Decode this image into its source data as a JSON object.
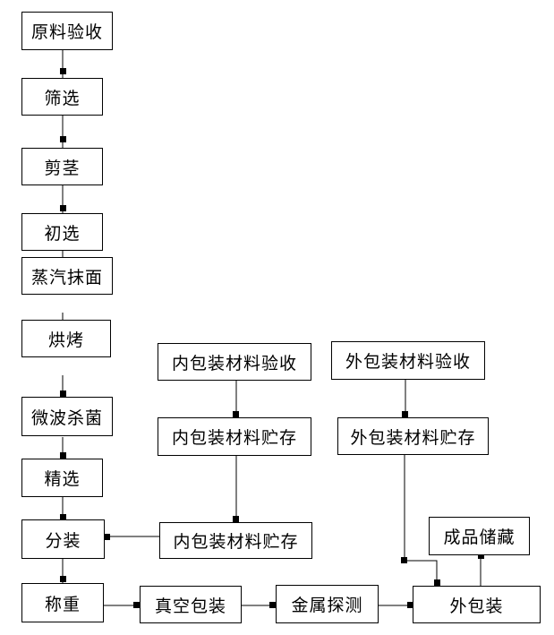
{
  "nodes": {
    "raw_material_inspection": "原料验收",
    "screening": "筛选",
    "stem_cutting": "剪茎",
    "primary_selection": "初选",
    "steam_kneading": "蒸汽抹面",
    "baking": "烘烤",
    "microwave_sterilization": "微波杀菌",
    "fine_selection": "精选",
    "packing": "分装",
    "weighing": "称重",
    "vacuum_packing": "真空包装",
    "metal_detection": "金属探测",
    "outer_packing": "外包装",
    "finished_storage": "成品储藏",
    "inner_material_inspection": "内包装材料验收",
    "inner_material_storage_1": "内包装材料贮存",
    "inner_material_storage_2": "内包装材料贮存",
    "outer_material_inspection": "外包装材料验收",
    "outer_material_storage": "外包装材料贮存"
  }
}
